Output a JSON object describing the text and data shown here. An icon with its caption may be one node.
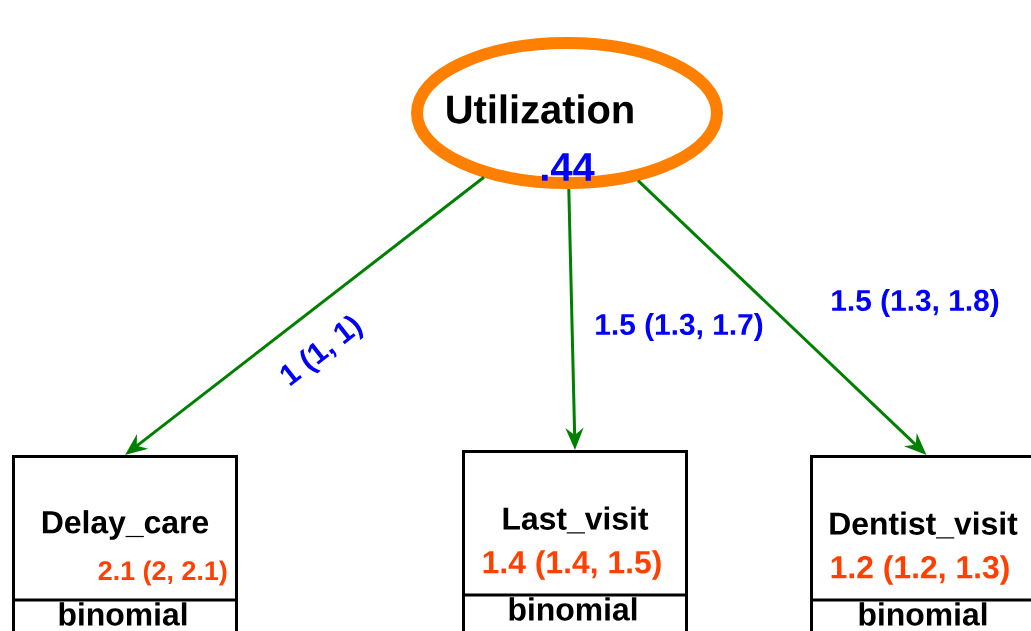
{
  "diagram": {
    "nodes": [
      {
        "text": [
          "Utilization",
          ".44"
        ]
      },
      {
        "text": [
          "Delay_care",
          "2.1 (2, 2.1)",
          "binomial"
        ]
      },
      {
        "text": [
          "Last_visit",
          "1.4 (1.4, 1.5)",
          "binomial"
        ]
      },
      {
        "text": [
          "Dentist_visit",
          "1.2 (1.2, 1.3)",
          "binomial"
        ]
      }
    ],
    "edges": [
      {
        "from": 0,
        "to": 1,
        "arrow": "to",
        "label": "1 (1, 1)"
      },
      {
        "from": 0,
        "to": 2,
        "arrow": "to",
        "label": "1.5 (1.3, 1.7)"
      },
      {
        "from": 0,
        "to": 3,
        "arrow": "to",
        "label": "1.5 (1.3, 1.8)"
      }
    ]
  }
}
